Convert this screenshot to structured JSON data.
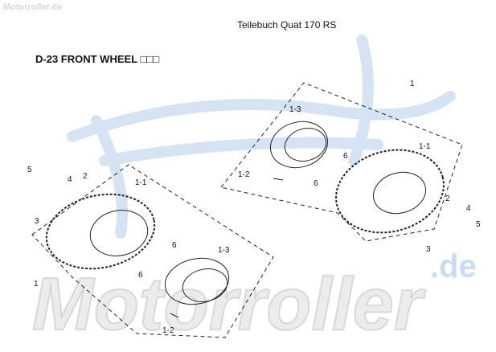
{
  "watermark": {
    "top": "Motorroller.de",
    "bottom": "Motorroller",
    ".de": ".de",
    "domain_suffix": ".de"
  },
  "header": {
    "title": "Teilebuch Quat 170 RS",
    "section": "D-23 FRONT WHEEL □□□"
  },
  "callouts": {
    "right": [
      "1",
      "1-3",
      "1-2",
      "6",
      "6",
      "1-1",
      "2",
      "4",
      "5",
      "3"
    ],
    "left": [
      "5",
      "4",
      "2",
      "3",
      "1-1",
      "6",
      "6",
      "1-3",
      "1",
      "1-2"
    ]
  },
  "colors": {
    "watermark_blue": "#c9dcef",
    "watermark_grey": "#dcdcdc",
    "line": "#222222"
  }
}
